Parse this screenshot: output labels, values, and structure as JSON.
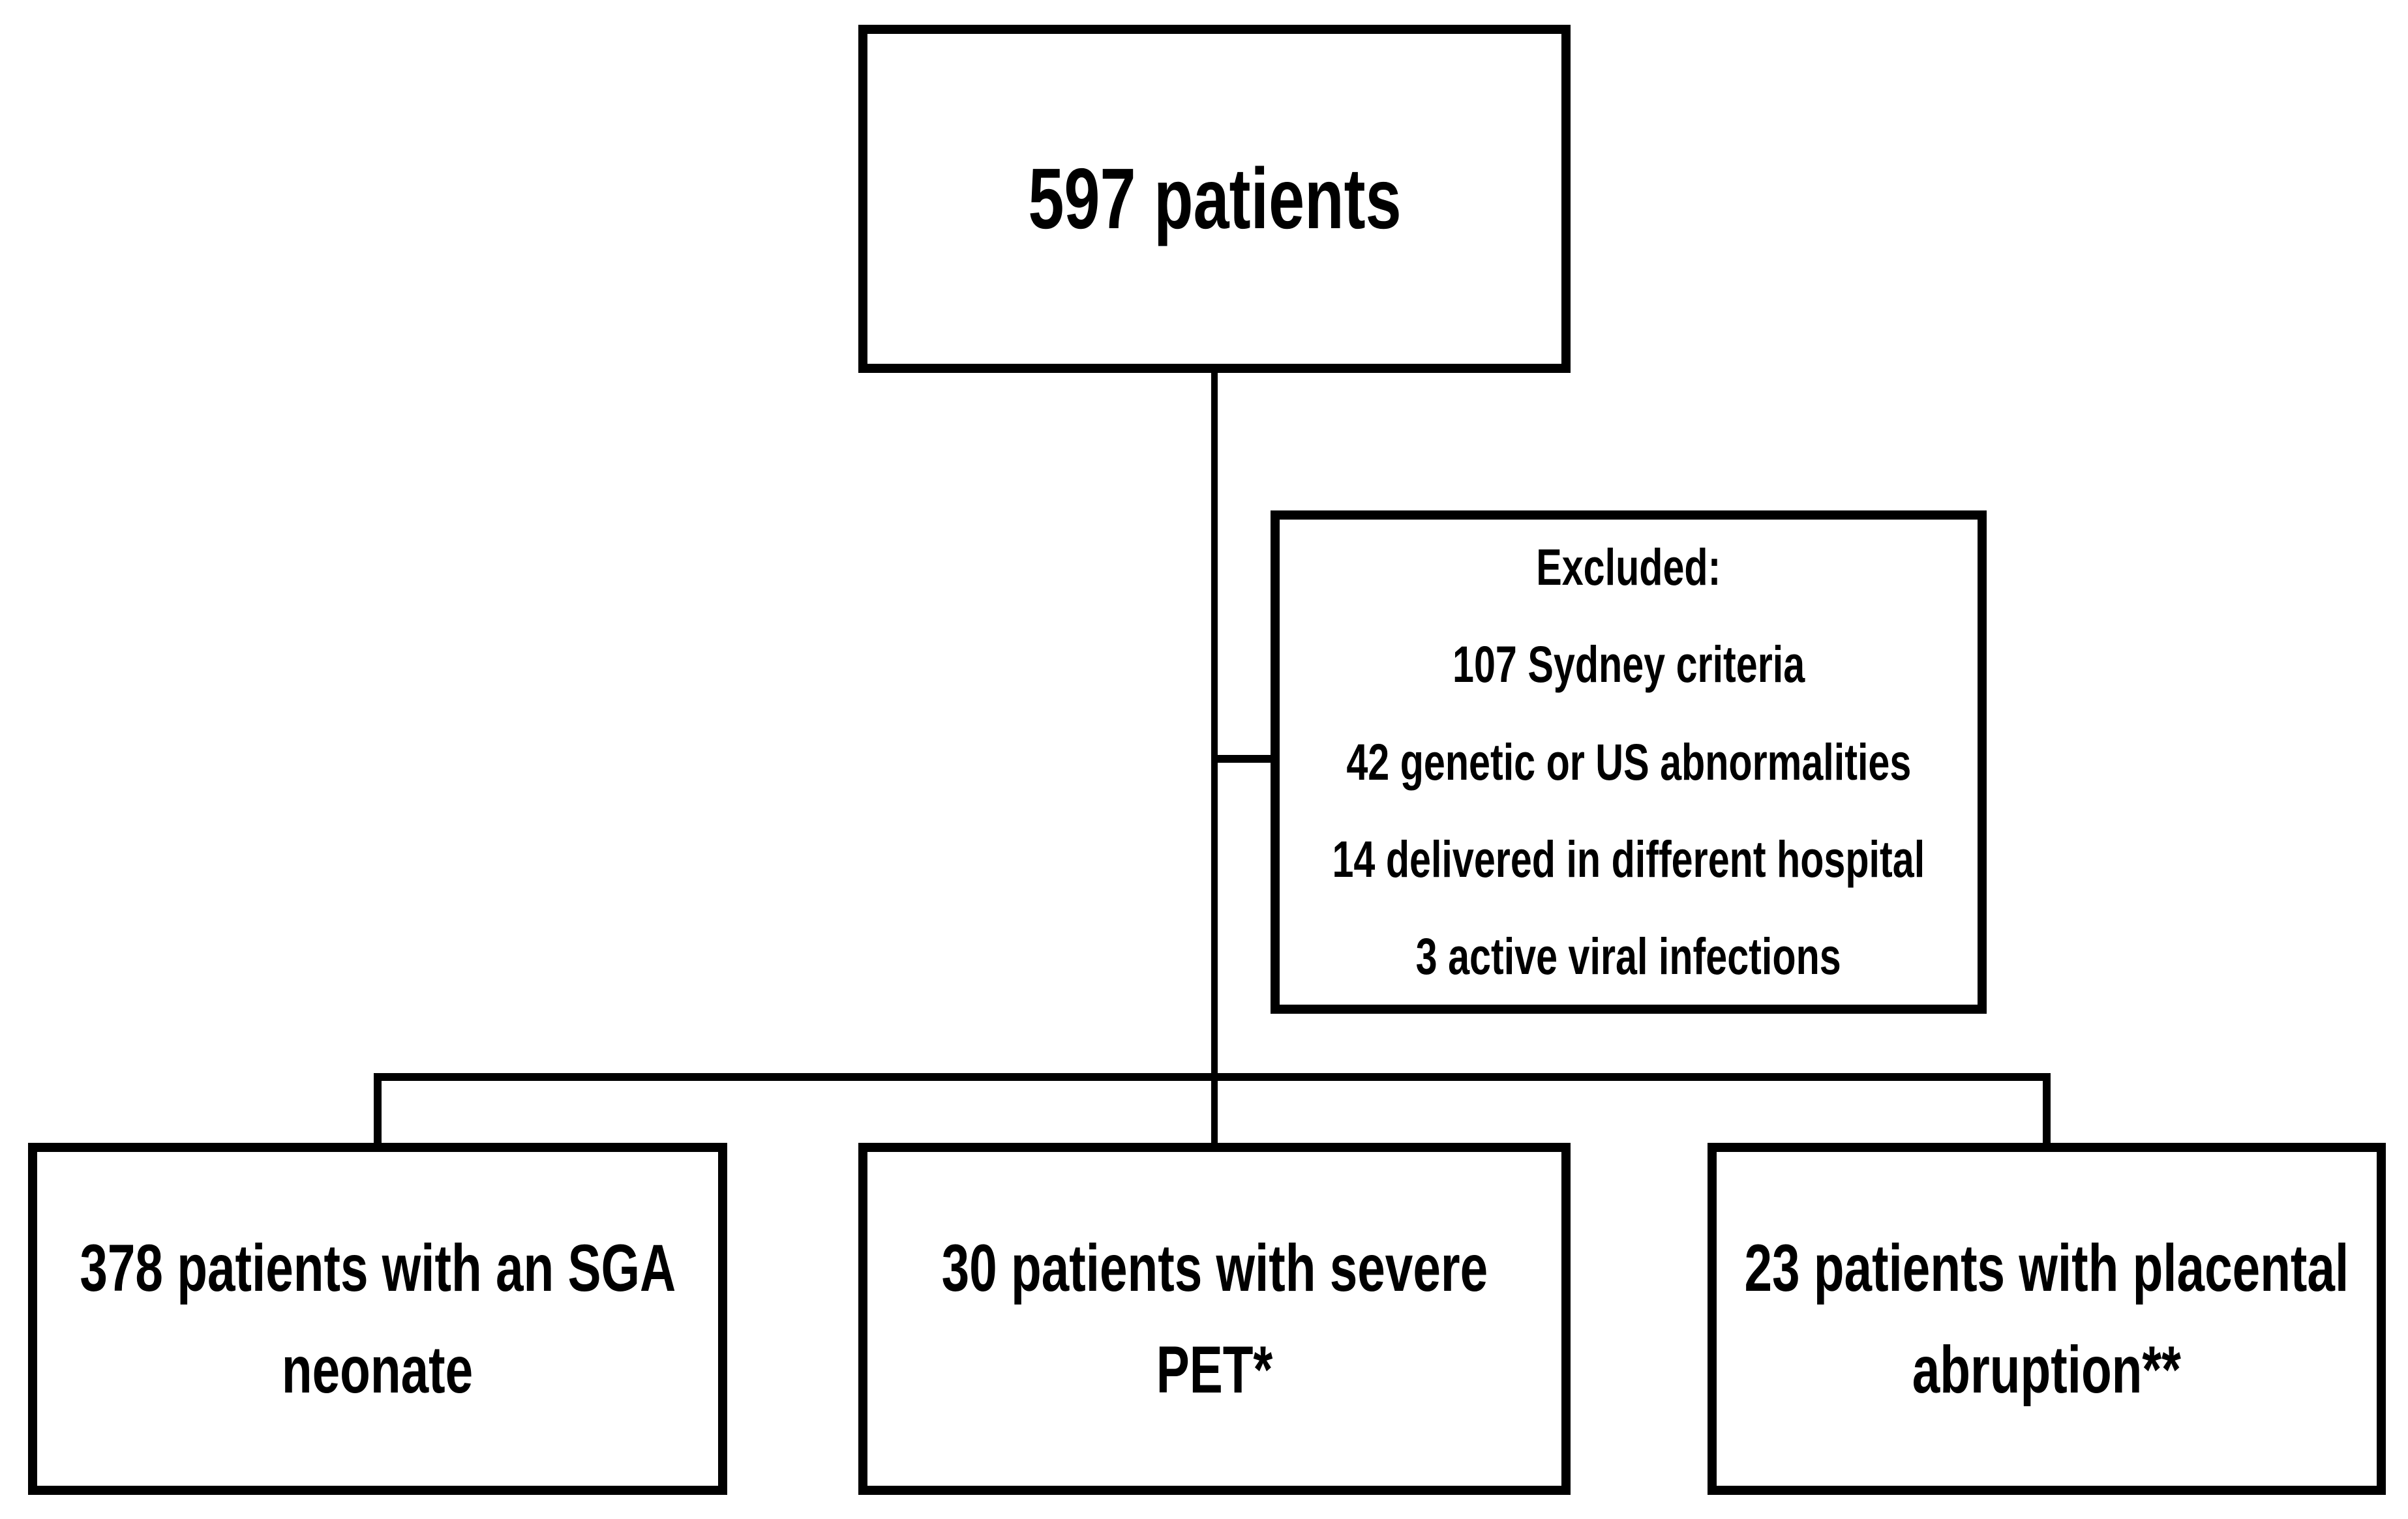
{
  "figure": {
    "background_color": "#ffffff",
    "line_color": "#000000",
    "text_color": "#000000",
    "top_box": {
      "label": "597 patients"
    },
    "excluded_box": {
      "title": "Excluded:",
      "items": [
        "107 Sydney criteria",
        "42 genetic or US abnormalities",
        "14 delivered in different hospital",
        "3 active viral infections"
      ]
    },
    "outcome_boxes": [
      {
        "lines": [
          "378 patients with an SGA",
          "neonate"
        ]
      },
      {
        "lines": [
          "30 patients with severe",
          "PET*"
        ]
      },
      {
        "lines": [
          "23 patients with placental",
          "abruption**"
        ]
      }
    ]
  }
}
